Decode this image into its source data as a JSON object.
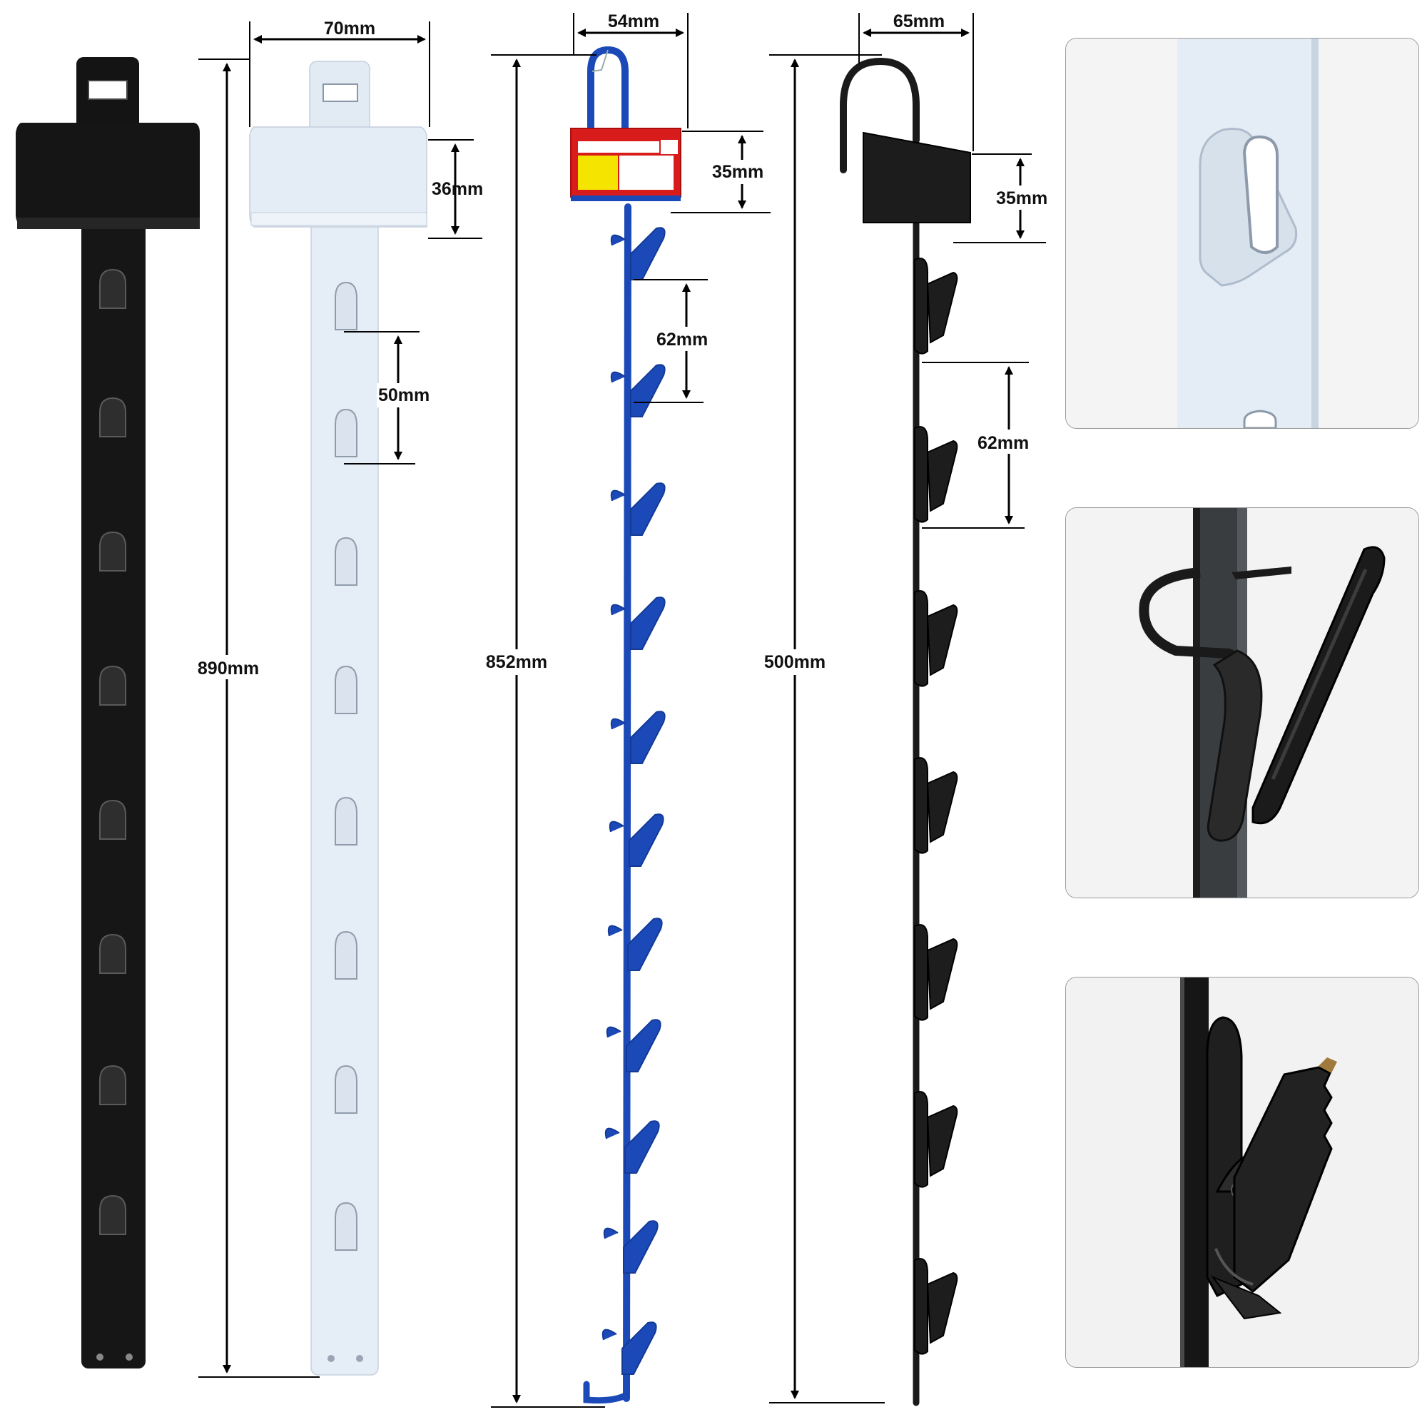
{
  "dimensions": {
    "black_strip": {
      "length": "890mm"
    },
    "white_strip": {
      "width": "70mm",
      "header_height": "36mm",
      "hook_spacing": "50mm"
    },
    "blue_clip_strip": {
      "width": "54mm",
      "label_height": "35mm",
      "clip_spacing": "62mm",
      "length": "852mm"
    },
    "black_clip_strip": {
      "width": "65mm",
      "header_height": "35mm",
      "clip_spacing": "62mm",
      "length": "500mm"
    }
  },
  "detail_panels": [
    {
      "subject": "white strip slot detail"
    },
    {
      "subject": "curved clip on rod detail"
    },
    {
      "subject": "spring clip on rod detail"
    }
  ],
  "colors": {
    "black_strip": "#141414",
    "white_strip": "#e3ecf6",
    "blue_strip": "#1b49b8",
    "label_red": "#d81c1c",
    "label_yellow": "#f5e400"
  }
}
